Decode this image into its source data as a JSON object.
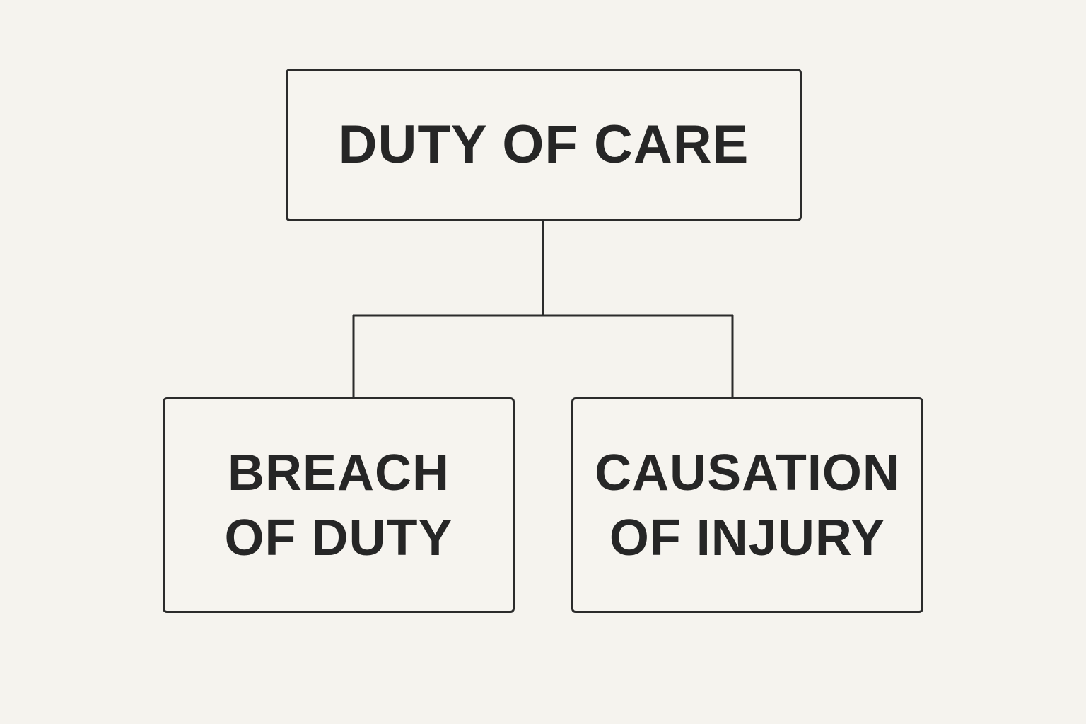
{
  "diagram": {
    "root": {
      "label": "DUTY OF CARE"
    },
    "children": [
      {
        "line1": "BREACH",
        "line2": "OF DUTY"
      },
      {
        "line1": "CAUSATION",
        "line2": "OF INJURY"
      }
    ]
  },
  "colors": {
    "background": "#f5f3ee",
    "stroke": "#2b2b2b",
    "text": "#262626"
  }
}
